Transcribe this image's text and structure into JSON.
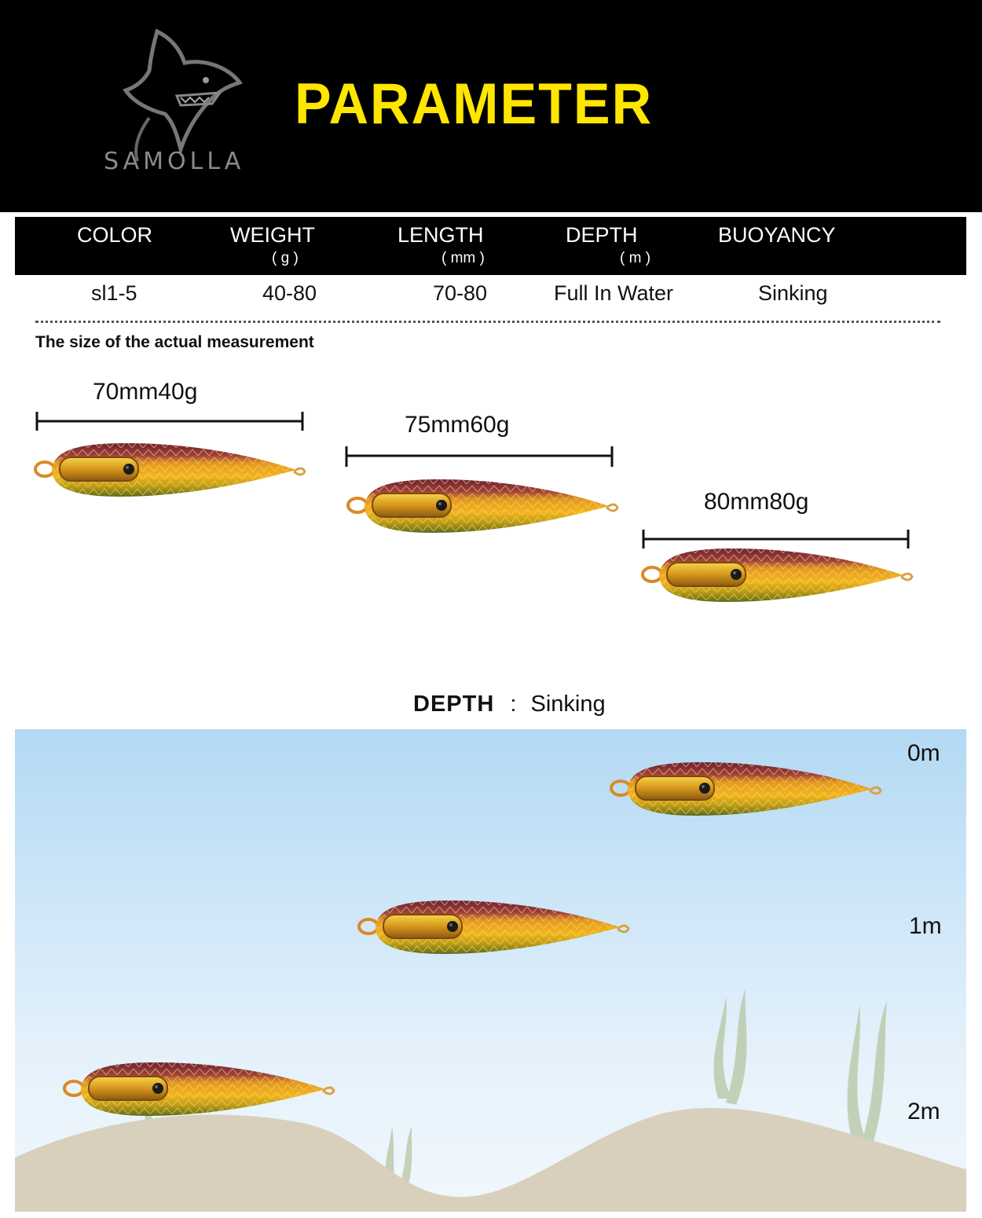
{
  "banner": {
    "brand": "SAMOLLA",
    "title": "PARAMETER",
    "logo_icon": "shark-logo-icon",
    "title_color": "#ffe600"
  },
  "table": {
    "headers": [
      {
        "label": "COLOR",
        "unit": ""
      },
      {
        "label": "WEIGHT",
        "unit": "( g )"
      },
      {
        "label": "LENGTH",
        "unit": "( mm )"
      },
      {
        "label": "DEPTH",
        "unit": "( m )"
      },
      {
        "label": "BUOYANCY",
        "unit": ""
      }
    ],
    "row": [
      "sl1-5",
      "40-80",
      "70-80",
      "Full In Water",
      "Sinking"
    ]
  },
  "measurement": {
    "title": "The size of the actual measurement",
    "sizes": [
      "70mm40g",
      "75mm60g",
      "80mm80g"
    ]
  },
  "depth": {
    "label": "DEPTH",
    "separator": ":",
    "value": "Sinking",
    "marks": [
      "0m",
      "1m",
      "2m"
    ]
  },
  "colors": {
    "lure_top": "#7d2a3a",
    "lure_body": "#e6a21c",
    "lure_belly": "#6c7a1e",
    "water_top": "#b3d9f3",
    "seabed": "#d9d2c1"
  }
}
